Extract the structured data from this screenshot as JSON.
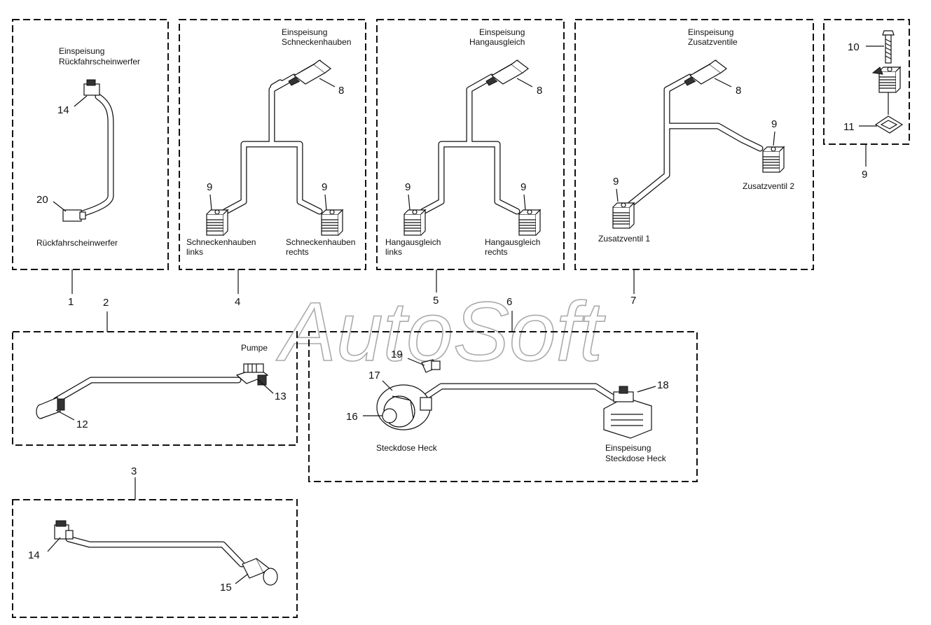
{
  "watermark": "AutoSoft",
  "groups": {
    "g1": {
      "label_top": [
        "Einspeisung",
        "Rückfahrscheinwerfer"
      ],
      "label_bottom": "Rückfahrscheinwerfer",
      "num": "1",
      "callouts": [
        "14",
        "20"
      ]
    },
    "g4": {
      "label_top": [
        "Einspeisung",
        "Schneckenhauben"
      ],
      "label_left": [
        "Schneckenhauben",
        "links"
      ],
      "label_right": [
        "Schneckenhauben",
        "rechts"
      ],
      "num": "4",
      "callouts": [
        "8",
        "9",
        "9"
      ]
    },
    "g5": {
      "label_top": [
        "Einspeisung",
        "Hangausgleich"
      ],
      "label_left": [
        "Hangausgleich",
        "links"
      ],
      "label_right": [
        "Hangausgleich",
        "rechts"
      ],
      "num": "5",
      "callouts": [
        "8",
        "9",
        "9"
      ]
    },
    "g7": {
      "label_top": [
        "Einspeisung",
        "Zusatzventile"
      ],
      "label_left": "Zusatzventil 1",
      "label_right": "Zusatzventil 2",
      "num": "7",
      "callouts": [
        "8",
        "9",
        "9"
      ]
    },
    "g9": {
      "num": "9",
      "callouts": [
        "10",
        "11"
      ]
    },
    "g2": {
      "label": "Pumpe",
      "num": "2",
      "callouts": [
        "12",
        "13"
      ]
    },
    "g6": {
      "label_left": "Steckdose Heck",
      "label_right": [
        "Einspeisung",
        "Steckdose Heck"
      ],
      "num": "6",
      "callouts": [
        "16",
        "17",
        "18",
        "19"
      ]
    },
    "g3": {
      "num": "3",
      "callouts": [
        "14",
        "15"
      ]
    }
  }
}
